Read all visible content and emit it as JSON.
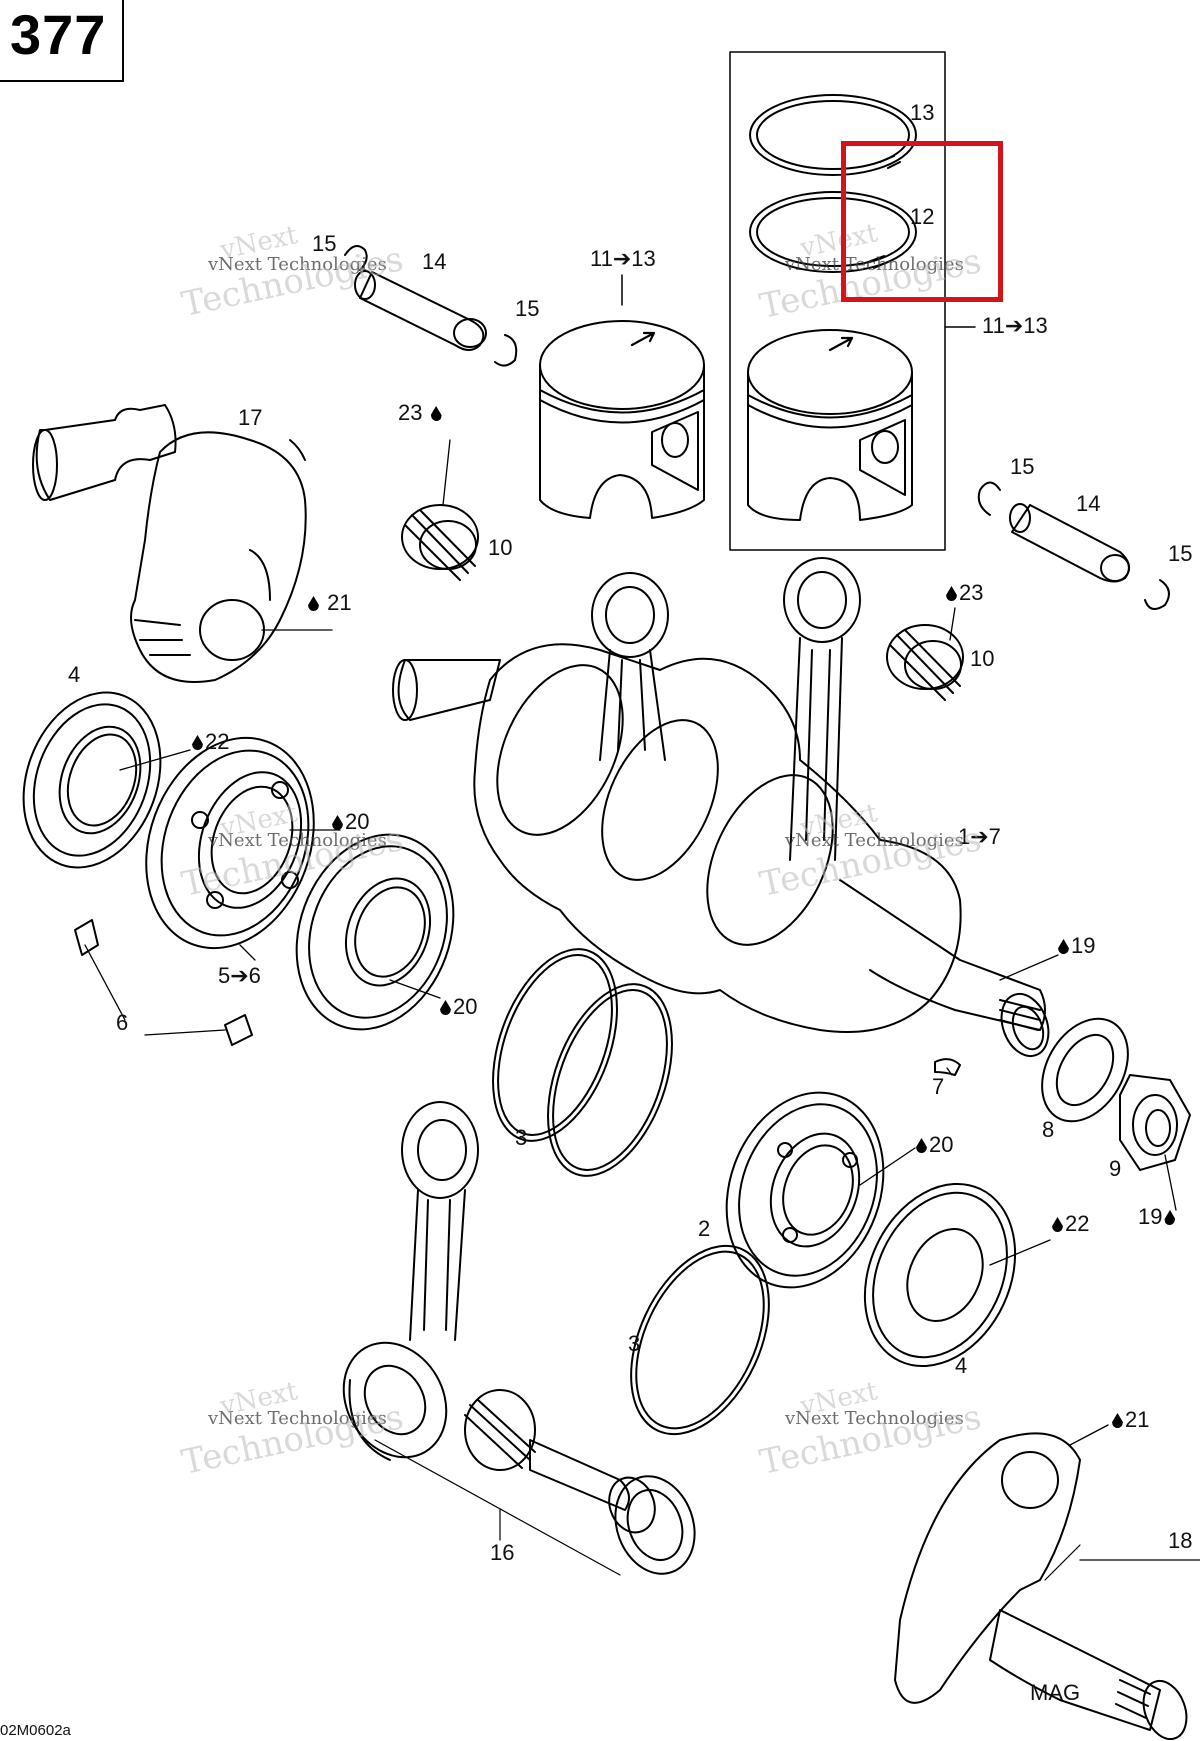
{
  "page": {
    "number": "377",
    "figure_code": "02M0602a"
  },
  "watermark": {
    "line1": "vNext Technologies",
    "line2": "Technologies",
    "line3": "vNext"
  },
  "bottom_label": "MAG",
  "callouts": [
    {
      "id": "c13",
      "text": "13"
    },
    {
      "id": "c12",
      "text": "12"
    },
    {
      "id": "c11-13a",
      "text": "11➔13"
    },
    {
      "id": "c11-13b",
      "text": "11➔13"
    },
    {
      "id": "c15a",
      "text": "15"
    },
    {
      "id": "c14a",
      "text": "14"
    },
    {
      "id": "c15b",
      "text": "15"
    },
    {
      "id": "c17",
      "text": "17"
    },
    {
      "id": "c23a",
      "text": "23"
    },
    {
      "id": "c10a",
      "text": "10"
    },
    {
      "id": "c21a",
      "text": "21"
    },
    {
      "id": "c15c",
      "text": "15"
    },
    {
      "id": "c14b",
      "text": "14"
    },
    {
      "id": "c15d",
      "text": "15"
    },
    {
      "id": "c23b",
      "text": "23"
    },
    {
      "id": "c10b",
      "text": "10"
    },
    {
      "id": "c4a",
      "text": "4"
    },
    {
      "id": "c22a",
      "text": "22"
    },
    {
      "id": "c20a",
      "text": "20"
    },
    {
      "id": "c1-7",
      "text": "1➔7"
    },
    {
      "id": "c19a",
      "text": "19"
    },
    {
      "id": "c5-6",
      "text": "5➔6"
    },
    {
      "id": "c20b",
      "text": "20"
    },
    {
      "id": "c6",
      "text": "6"
    },
    {
      "id": "c7",
      "text": "7"
    },
    {
      "id": "c8",
      "text": "8"
    },
    {
      "id": "c9",
      "text": "9"
    },
    {
      "id": "c19b",
      "text": "19"
    },
    {
      "id": "c3a",
      "text": "3"
    },
    {
      "id": "c20c",
      "text": "20"
    },
    {
      "id": "c2",
      "text": "2"
    },
    {
      "id": "c22b",
      "text": "22"
    },
    {
      "id": "c3b",
      "text": "3"
    },
    {
      "id": "c4b",
      "text": "4"
    },
    {
      "id": "c21b",
      "text": "21"
    },
    {
      "id": "c18",
      "text": "18"
    },
    {
      "id": "c16",
      "text": "16"
    }
  ],
  "colors": {
    "line": "#000000",
    "highlight": "#d3141b",
    "background": "#ffffff"
  }
}
